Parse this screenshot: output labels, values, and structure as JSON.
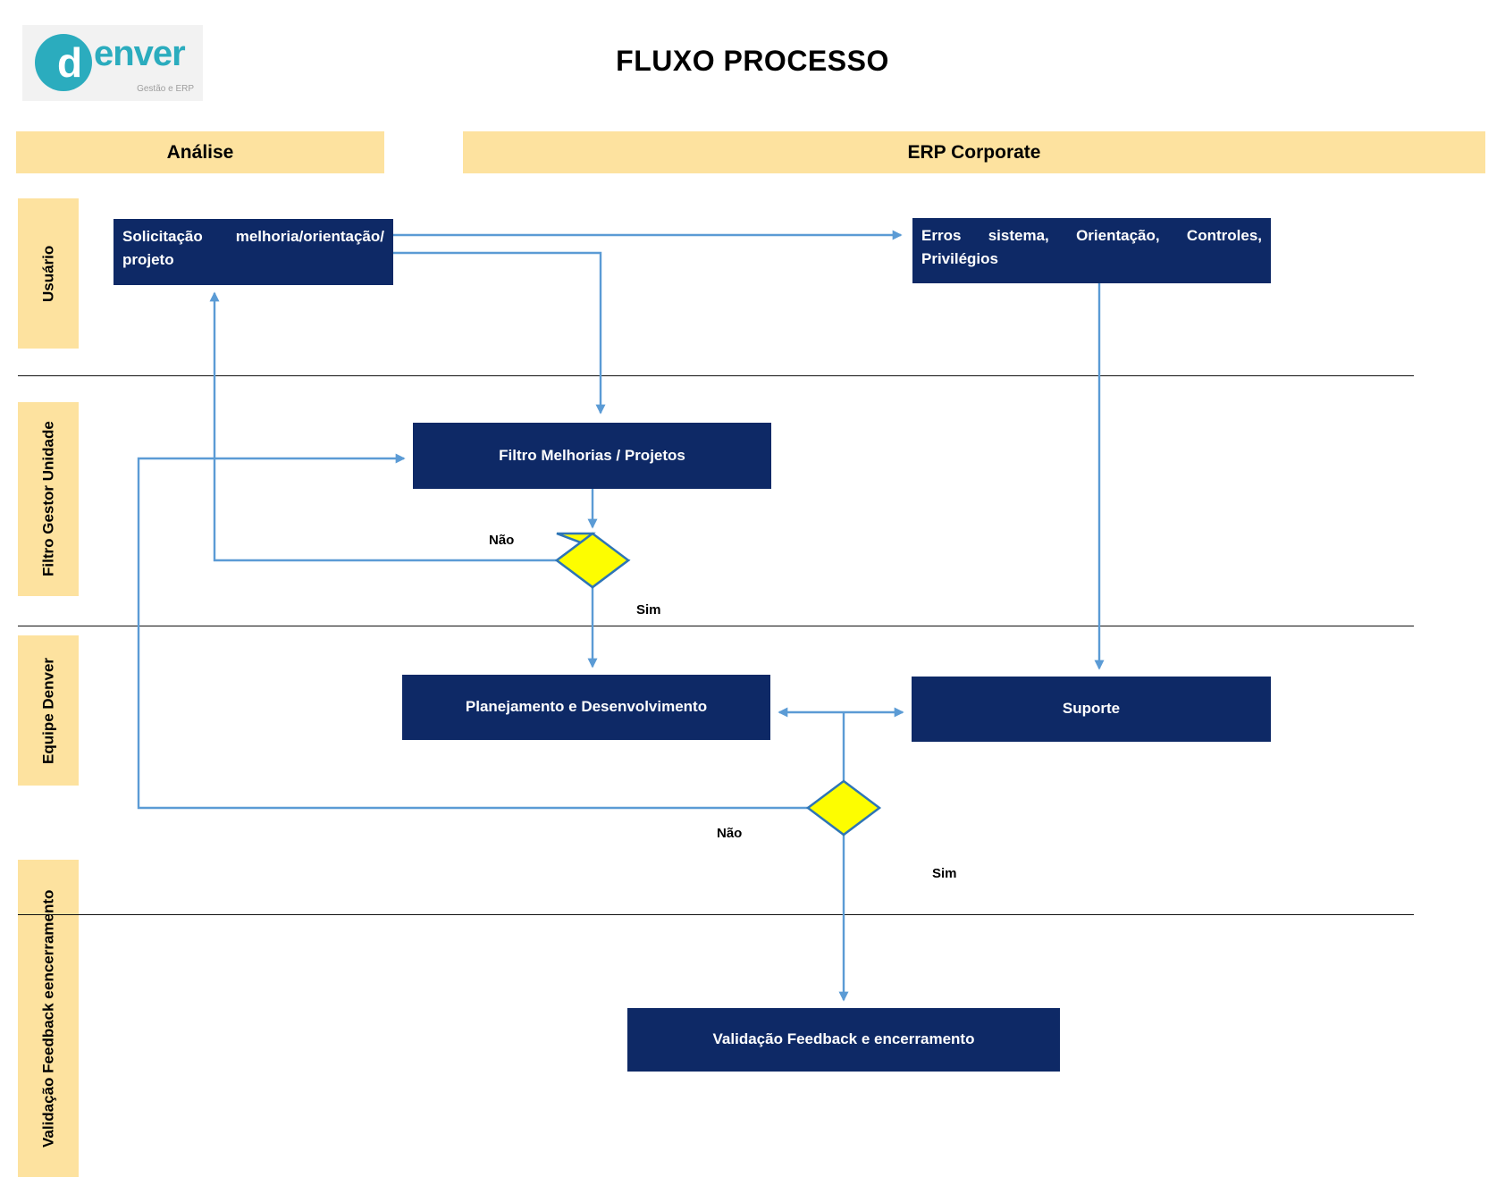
{
  "logo": {
    "brand_circle_letter": "d",
    "brand_rest": "enver",
    "tagline": "Gestão e ERP"
  },
  "header": {
    "title": "FLUXO PROCESSO"
  },
  "columns": [
    {
      "id": "analise",
      "label": "Análise"
    },
    {
      "id": "erp-corporate",
      "label": "ERP Corporate"
    }
  ],
  "lanes": [
    {
      "id": "usuario",
      "label": "Usuário"
    },
    {
      "id": "filtro-gestor-unidade",
      "label": "Filtro Gestor Unidade"
    },
    {
      "id": "equipe-denver",
      "label": "Equipe Denver"
    },
    {
      "id": "validacao-feedback",
      "label": "Validação Feedback e encerramento",
      "lines": [
        "Validação Feedback e",
        "encerramento"
      ]
    }
  ],
  "nodes": {
    "solicitacao": {
      "type": "process",
      "lane": "Usuário",
      "column": "Análise",
      "label": "Solicitação melhoria/orientação/ projeto"
    },
    "erros": {
      "type": "process",
      "lane": "Usuário",
      "column": "ERP Corporate",
      "label": "Erros sistema, Orientação, Controles, Privilégios"
    },
    "filtro": {
      "type": "process",
      "lane": "Filtro Gestor Unidade",
      "column": "Análise",
      "label": "Filtro Melhorias / Projetos"
    },
    "decisao_melhorias": {
      "type": "decision",
      "lane": "Filtro Gestor Unidade",
      "label": ""
    },
    "planejamento": {
      "type": "process",
      "lane": "Equipe Denver",
      "column": "Análise",
      "label": "Planejamento e Desenvolvimento"
    },
    "suporte": {
      "type": "process",
      "lane": "Equipe Denver",
      "column": "ERP Corporate",
      "label": "Suporte"
    },
    "decisao_feedback": {
      "type": "decision",
      "lane": "Equipe Denver",
      "label": ""
    },
    "validacao": {
      "type": "process",
      "lane": "Validação Feedback e encerramento",
      "label": "Validação Feedback e encerramento"
    }
  },
  "edges": [
    {
      "from": "solicitacao",
      "to": "erros",
      "label": ""
    },
    {
      "from": "solicitacao",
      "to": "filtro",
      "label": ""
    },
    {
      "from": "filtro",
      "to": "decisao_melhorias",
      "label": ""
    },
    {
      "from": "decisao_melhorias",
      "to": "solicitacao",
      "label": "Não"
    },
    {
      "from": "decisao_melhorias",
      "to": "planejamento",
      "label": "Sim"
    },
    {
      "from": "erros",
      "to": "suporte",
      "label": ""
    },
    {
      "from": "planejamento",
      "to": "suporte",
      "label": "",
      "bidirectional": true
    },
    {
      "from": "decisao_feedback",
      "to": "filtro",
      "label": "Não"
    },
    {
      "from": "decisao_feedback",
      "to": "validacao",
      "label": "Sim"
    }
  ],
  "colors": {
    "node_fill": "#0e2966",
    "node_text": "#ffffff",
    "lane_fill": "#fde29f",
    "decision_fill": "#fdfd00",
    "decision_border": "#2e75b6",
    "connector": "#5b9bd5",
    "divider": "#111111",
    "brand_teal": "#2bacbe",
    "logo_background": "#f2f2f2"
  }
}
